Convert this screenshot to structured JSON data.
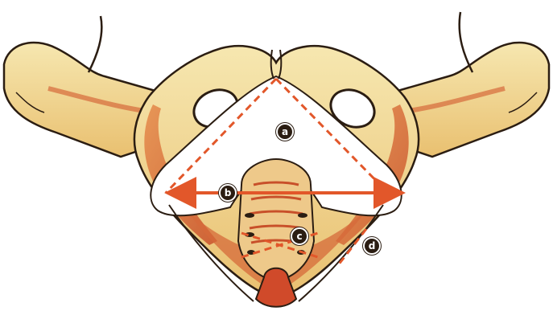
{
  "markers": {
    "a": "a",
    "b": "b",
    "c": "c",
    "d": "d"
  },
  "colors": {
    "bone_light": "#f1dc9c",
    "bone_mid": "#e8b45a",
    "bone_red": "#d56a3a",
    "outline": "#2b1d12",
    "measure_line": "#e2572a"
  }
}
